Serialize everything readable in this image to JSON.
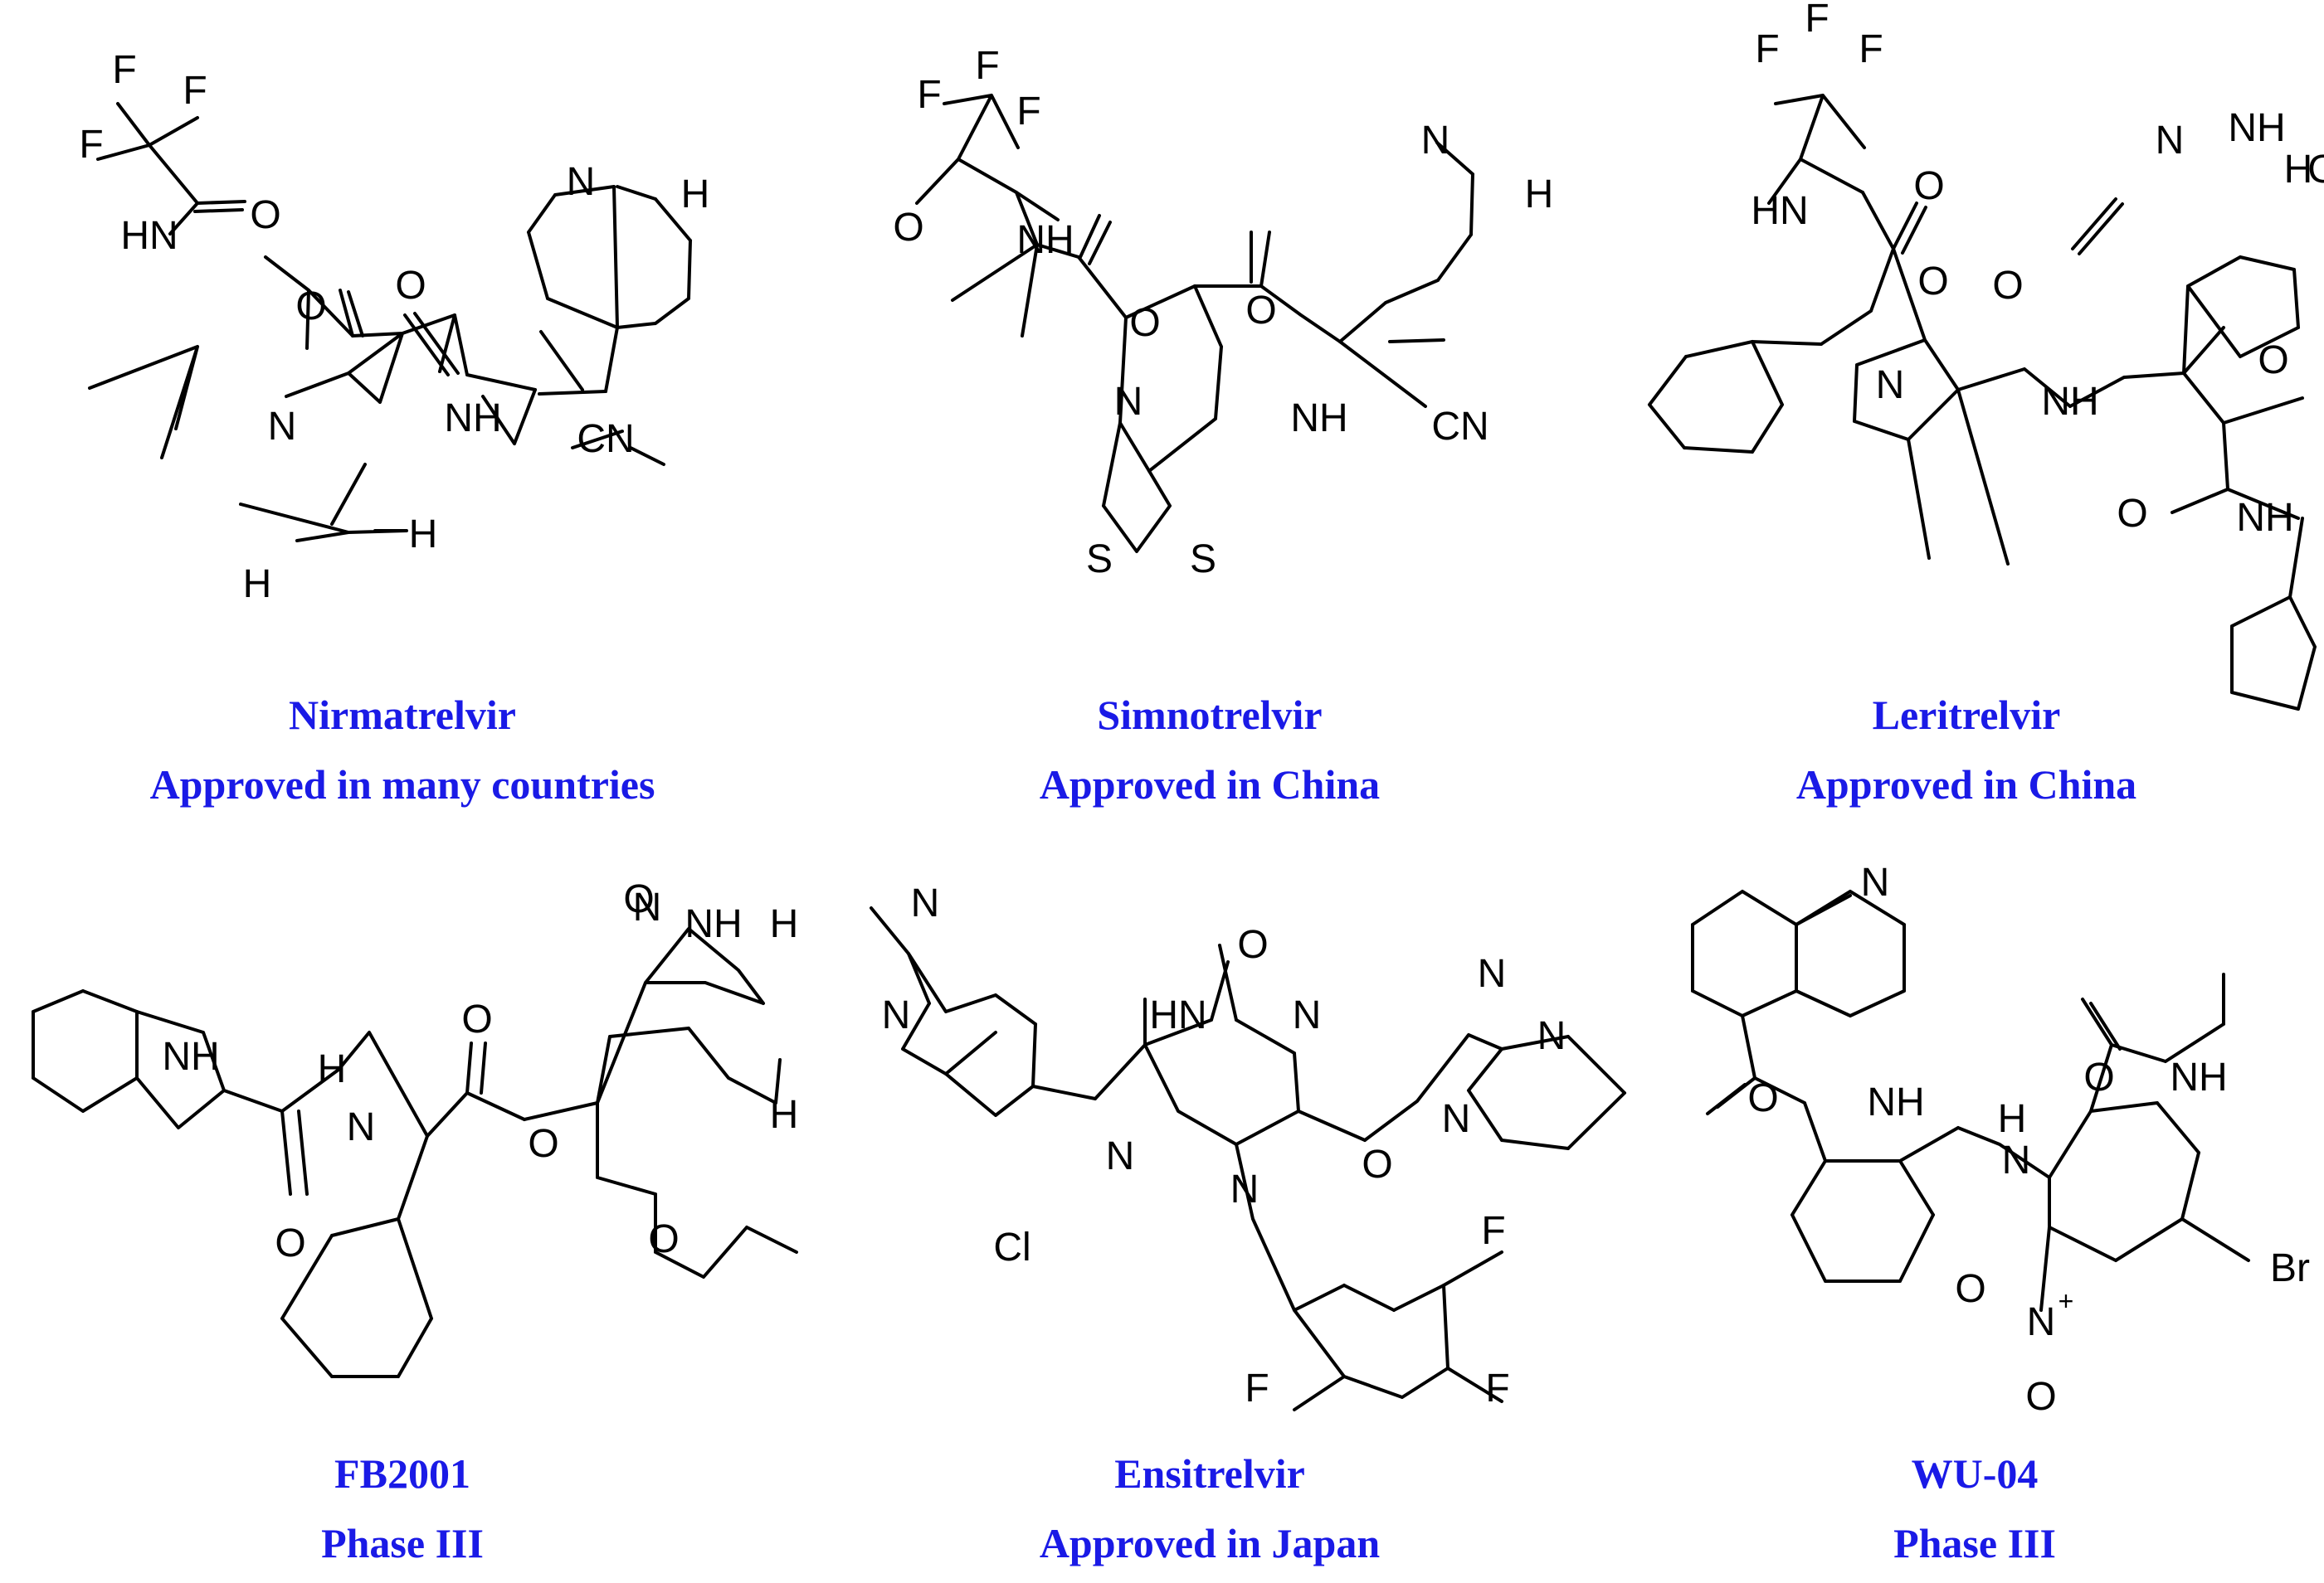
{
  "colors": {
    "caption": "#1a1ae6",
    "bond": "#000000"
  },
  "compounds": [
    {
      "name": "Nirmatrelvir",
      "status": "Approved in many countries",
      "atoms": [
        "F",
        "F",
        "F",
        "O",
        "HN",
        "N",
        "O",
        "O",
        "NH",
        "N",
        "H",
        "CN",
        "H",
        "H"
      ]
    },
    {
      "name": "Simnotrelvir",
      "status": "Approved in China",
      "atoms": [
        "F",
        "F",
        "F",
        "O",
        "NH",
        "N",
        "O",
        "O",
        "NH",
        "N",
        "H",
        "CN",
        "S",
        "S"
      ]
    },
    {
      "name": "Leritrelvir",
      "status": "Approved in China",
      "atoms": [
        "F",
        "F",
        "F",
        "O",
        "HN",
        "N",
        "O",
        "O",
        "NH",
        "N",
        "H",
        "O",
        "O",
        "NH",
        "O",
        "NH"
      ]
    },
    {
      "name": "FB2001",
      "status": "Phase III",
      "atoms": [
        "NH",
        "O",
        "H",
        "N",
        "O",
        "O",
        "NH",
        "N",
        "H",
        "O",
        "H",
        "O"
      ]
    },
    {
      "name": "Ensitrelvir",
      "status": "Approved in Japan",
      "atoms": [
        "N",
        "N",
        "O",
        "HN",
        "N",
        "N",
        "N",
        "N",
        "N",
        "Cl",
        "N",
        "O",
        "F",
        "F",
        "F"
      ]
    },
    {
      "name": "WU-04",
      "status": "Phase III",
      "atoms": [
        "N",
        "O",
        "NH",
        "O",
        "NH",
        "H",
        "N",
        "O",
        "N",
        "+",
        "O",
        "Br"
      ]
    }
  ]
}
